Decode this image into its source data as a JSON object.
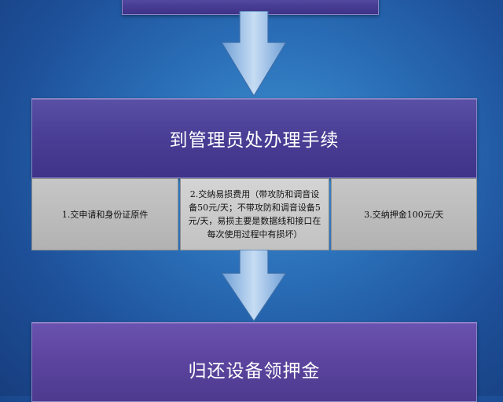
{
  "flow": {
    "main_step_title": "到管理员处办理手续",
    "sub_steps": [
      "1.交申请和身份证原件",
      "2.交纳易损费用（带攻防和调音设备50元/天；不带攻防和调音设备5元/天，易损主要是数据线和接口在每次使用过程中有损坏）",
      "3.交纳押金100元/天"
    ],
    "final_step_title": "归还设备领押金"
  },
  "colors": {
    "background": "#2a6fb8",
    "box_fill": "#4a3f96",
    "step_fill": "#bdbdbd",
    "arrow_fill": "#9fc0e6"
  }
}
